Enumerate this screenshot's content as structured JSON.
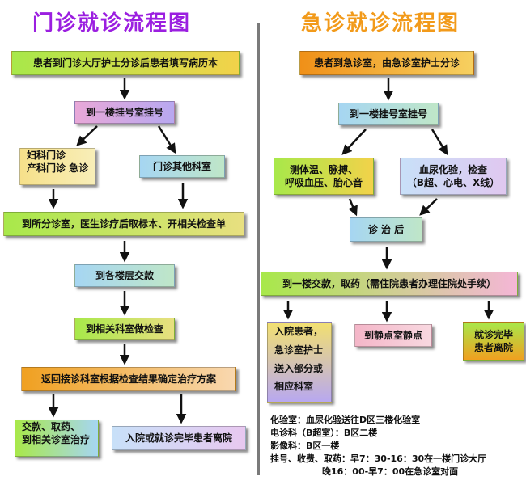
{
  "outpatient": {
    "title": "门诊就诊流程图",
    "title_color": "#9b1fe0",
    "steps": {
      "s1": "患者到门诊大厅护士分诊后患者填写病历本",
      "s2": "到一楼挂号室挂号",
      "s3a_line1": "妇科门诊",
      "s3a_line2": "产科门诊 急诊",
      "s3b": "门诊其他科室",
      "s4": "到所分诊室，医生诊疗后取标本、开相关检查单",
      "s5": "到各楼层交款",
      "s6": "到相关科室做检查",
      "s7": "返回接诊科室根据检查结果确定治疗方案",
      "s8a_line1": "交款、取药、",
      "s8a_line2": "到相关诊室治疗",
      "s8b": "入院或就诊完毕患者离院"
    }
  },
  "emergency": {
    "title": "急诊就诊流程图",
    "title_color": "#f29a1a",
    "steps": {
      "e1": "患者到急诊室，由急诊室护士分诊",
      "e2": "到一楼挂号室挂号",
      "e3a_line1": "测体温、脉搏、",
      "e3a_line2": "呼吸血压、胎心音",
      "e3b_line1": "血尿化验，检查",
      "e3b_line2": "（B超、心电、X线）",
      "e4": "诊 治 后",
      "e5": "到一楼交款，取药（需住院患者办理住院处手续）",
      "e6a_line1": "入院患者，",
      "e6a_line2": "急诊室护士",
      "e6a_line3": "送入部分或",
      "e6a_line4": "相应科室",
      "e6b": "到静点室静点",
      "e6c_line1": "就诊完毕",
      "e6c_line2": "患者离院"
    },
    "notes": {
      "n1": "化验室：血尿化验送往D区三楼化验室",
      "n2": "电诊科（B超室）：B区二楼",
      "n3": "影像科：B区一楼",
      "n4": "挂号、收费、取药：早7：30-16：30在一楼门诊大厅",
      "n5": "晚16：00-早7：00在急诊室对面"
    }
  },
  "colors": {
    "arrow": "#111111",
    "divider": "#7a7a7a"
  }
}
